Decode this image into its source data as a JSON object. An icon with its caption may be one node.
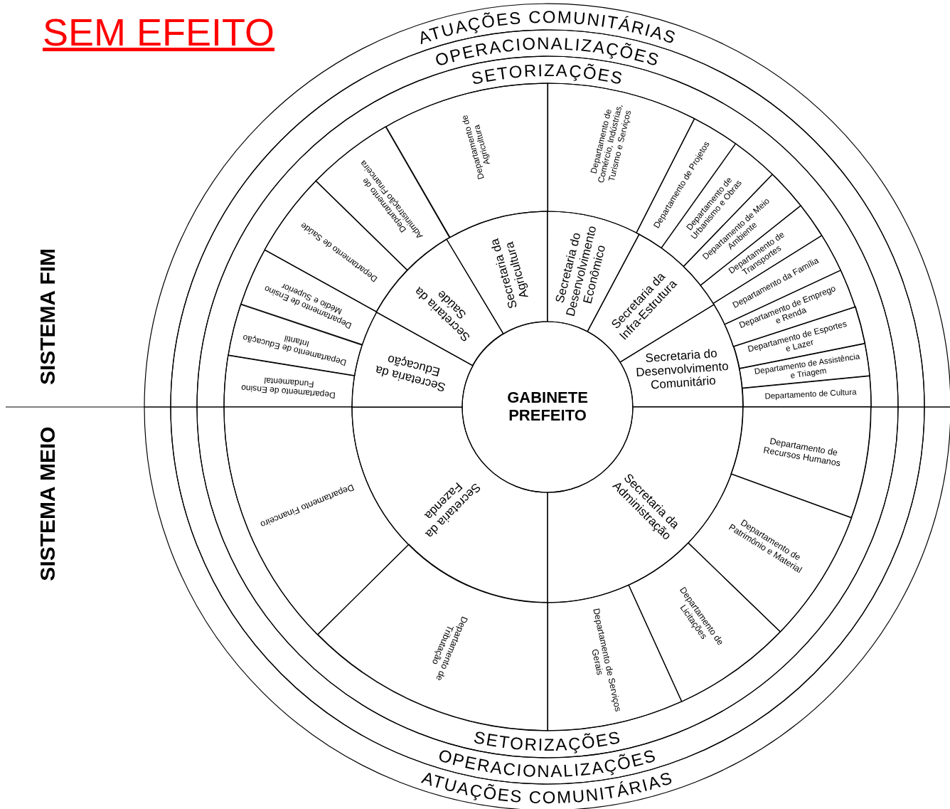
{
  "diagram": {
    "nodes": [
      {
        "text": [
          "ATUAÇÕES COMUNITÁRIAS"
        ]
      },
      {
        "text": [
          "OPERACIONALIZAÇÕES"
        ]
      },
      {
        "text": [
          "SETORIZAÇÕES"
        ]
      },
      {
        "text": [
          "Departamento de Ensino Fundamental"
        ]
      },
      {
        "text": [
          "Departamento de Educação Infantil"
        ]
      },
      {
        "text": [
          "Departamento de Ensino Médio e Superior"
        ]
      },
      {
        "text": [
          "Departamento de Saúde"
        ]
      },
      {
        "text": [
          "Departamento de Administração Financeira"
        ]
      },
      {
        "text": [
          "Departamento de Agricultura"
        ]
      },
      {
        "text": [
          "Departamento de Comércio, Indústrias, Turismo e Serviços"
        ]
      },
      {
        "text": [
          "Departamento de Projetos"
        ]
      },
      {
        "text": [
          "Departamento de Urbanismo e Obras"
        ]
      },
      {
        "text": [
          "Departamento de Meio Ambiente"
        ]
      },
      {
        "text": [
          "Departamento de Transportes"
        ]
      },
      {
        "text": [
          "Departamento da Família"
        ]
      },
      {
        "text": [
          "Departamento de Emprego e Renda"
        ]
      },
      {
        "text": [
          "Departamento de Esportes e Lazer"
        ]
      },
      {
        "text": [
          "Departamento de Assistência e Triagem"
        ]
      },
      {
        "text": [
          "Departamento de Cultura"
        ]
      },
      {
        "text": [
          "Secretaria da Educação"
        ]
      },
      {
        "text": [
          "Secretaria da Saúde"
        ]
      },
      {
        "text": [
          "Secretaria da Agricultura"
        ]
      },
      {
        "text": [
          "Secretaria do Desenvolvimento Econômico"
        ]
      },
      {
        "text": [
          "Secretaria da Infra-Estrutura"
        ]
      },
      {
        "text": [
          "Secretaria do Desenvolvimento Comunitário"
        ]
      },
      {
        "text": [
          "GABINETE PREFEITO"
        ]
      },
      {
        "text": [
          "Secretaria da Fazenda"
        ]
      },
      {
        "text": [
          "Secretaria da Administração"
        ]
      },
      {
        "text": [
          "Departamento Financeiro"
        ]
      },
      {
        "text": [
          "Departamento de Recursos Humanos"
        ]
      },
      {
        "text": [
          "Departamento de Patrimônio e Material"
        ]
      },
      {
        "text": [
          "Departamento de Tributação"
        ]
      },
      {
        "text": [
          "Departamento de Licitações"
        ]
      },
      {
        "text": [
          "Departamento de Serviços Gerais"
        ]
      },
      {
        "text": [
          "SETORIZAÇÕES"
        ]
      },
      {
        "text": [
          "OPERACIONALIZAÇÕES"
        ]
      },
      {
        "text": [
          "ATUAÇÕES COMUNITÁRIAS"
        ]
      }
    ],
    "labels": [
      "SEM EFEITO",
      "SISTEMA FIM",
      "SISTEMA MEIO"
    ]
  }
}
